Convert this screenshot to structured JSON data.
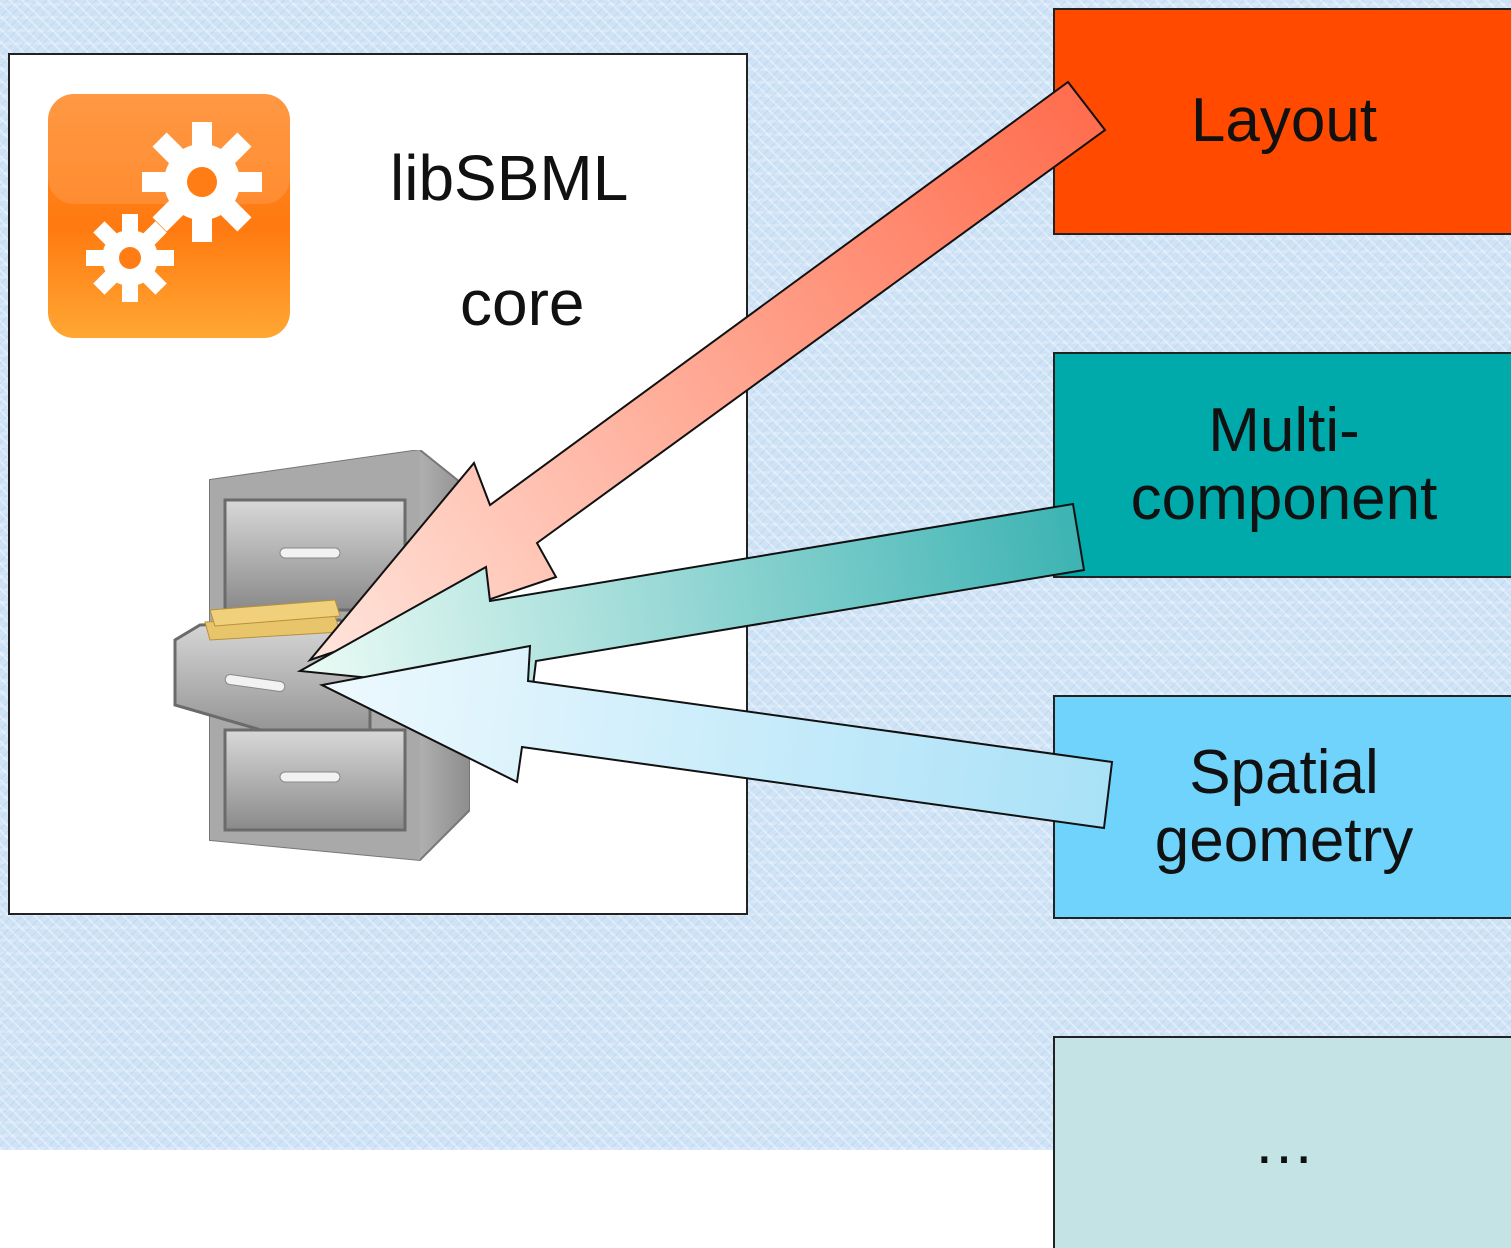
{
  "core": {
    "title": "libSBML",
    "subtitle": "core"
  },
  "packages": [
    {
      "label": "Layout",
      "color": "#ff4a00"
    },
    {
      "label": "Multi-\ncomponent",
      "color": "#00a9aa"
    },
    {
      "label": "Spatial\ngeometry",
      "color": "#6fd3fb"
    },
    {
      "label": "…",
      "color": "#c4e3e5"
    }
  ],
  "icons": {
    "app": "gear-icon",
    "storage": "filing-cabinet-icon"
  }
}
